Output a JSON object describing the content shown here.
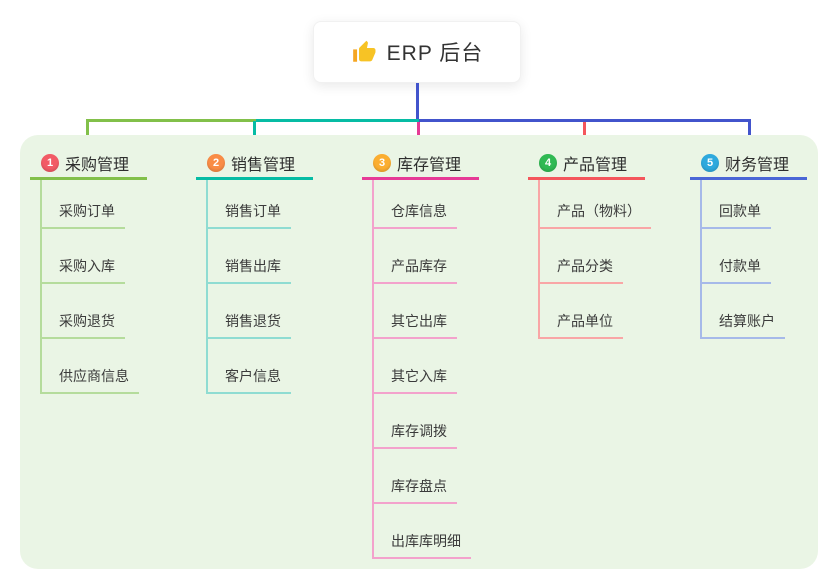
{
  "root": {
    "title": "ERP 后台",
    "icon": "thumbs-up-icon"
  },
  "colors": {
    "panel_bg": "#EAF5E5",
    "blue": "#4254CC",
    "green": "#82C04A",
    "teal": "#06BCA4",
    "magenta": "#E63A96",
    "coral": "#F4565C",
    "icon_yellow": "#F7C325"
  },
  "branches": [
    {
      "index": "1",
      "label": "采购管理",
      "badge_color": "#F25B66",
      "line_color": "#82C04A",
      "child_line_color": "#B5DC9C",
      "children": [
        "采购订单",
        "采购入库",
        "采购退货",
        "供应商信息"
      ]
    },
    {
      "index": "2",
      "label": "销售管理",
      "badge_color": "#F98C46",
      "line_color": "#06BCA4",
      "child_line_color": "#8FDCD2",
      "children": [
        "销售订单",
        "销售出库",
        "销售退货",
        "客户信息"
      ]
    },
    {
      "index": "3",
      "label": "库存管理",
      "badge_color": "#FBAE31",
      "line_color": "#E63A96",
      "child_line_color": "#F3A2CC",
      "children": [
        "仓库信息",
        "产品库存",
        "其它出库",
        "其它入库",
        "库存调拨",
        "库存盘点",
        "出库库明细"
      ]
    },
    {
      "index": "4",
      "label": "产品管理",
      "badge_color": "#30B953",
      "line_color": "#F4565C",
      "child_line_color": "#F9A6A6",
      "children": [
        "产品（物料）",
        "产品分类",
        "产品单位"
      ]
    },
    {
      "index": "5",
      "label": "财务管理",
      "badge_color": "#2EA9DD",
      "line_color": "#4A66D6",
      "child_line_color": "#A6B9E9",
      "children": [
        "回款单",
        "付款单",
        "结算账户"
      ]
    }
  ]
}
